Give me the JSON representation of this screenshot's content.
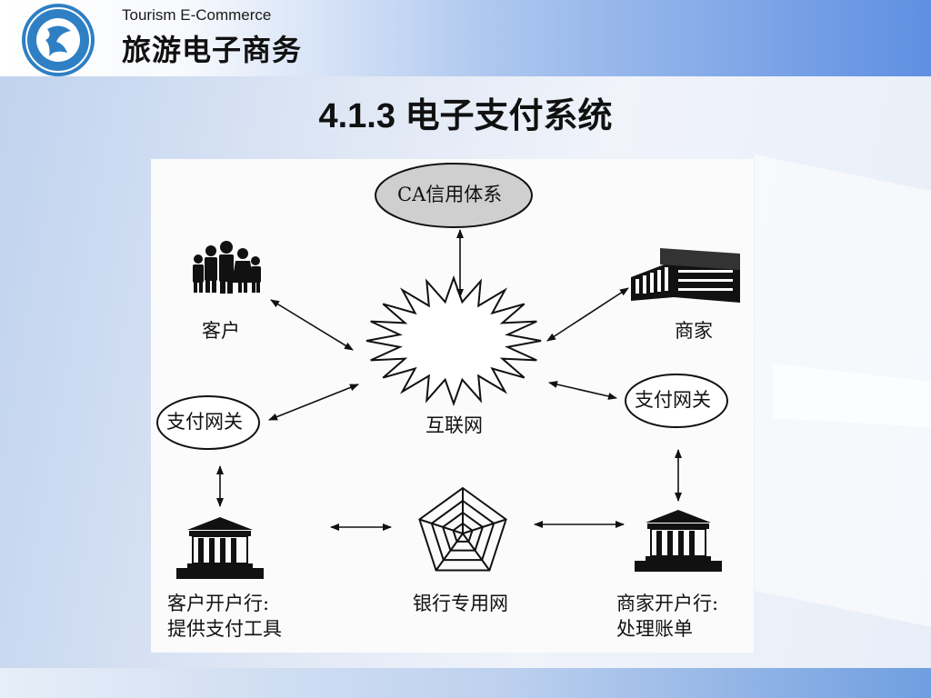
{
  "header": {
    "course_en": "Tourism E-Commerce",
    "course_cn": "旅游电子商务"
  },
  "slide": {
    "title": "4.1.3   电子支付系统"
  },
  "diagram": {
    "ca": "CA信用体系",
    "customer": "客户",
    "merchant": "商家",
    "internet": "互联网",
    "gateway_left": "支付网关",
    "gateway_right": "支付网关",
    "bank_network": "银行专用网",
    "customer_bank_line1": "客户开户行:",
    "customer_bank_line2": "提供支付工具",
    "merchant_bank_line1": "商家开户行:",
    "merchant_bank_line2": "处理账单"
  }
}
